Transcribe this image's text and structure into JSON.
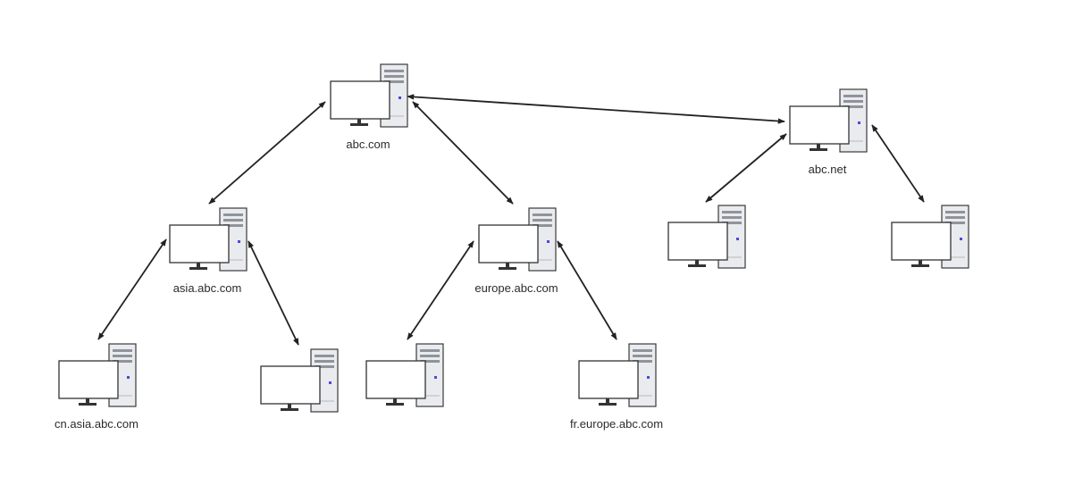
{
  "diagram": {
    "nodes": [
      {
        "id": "abc_com",
        "label": "abc.com"
      },
      {
        "id": "abc_net",
        "label": "abc.net"
      },
      {
        "id": "asia",
        "label": "asia.abc.com"
      },
      {
        "id": "europe",
        "label": "europe.abc.com"
      },
      {
        "id": "net_child_1",
        "label": ""
      },
      {
        "id": "net_child_2",
        "label": ""
      },
      {
        "id": "cn_asia",
        "label": "cn.asia.abc.com"
      },
      {
        "id": "asia_child_2",
        "label": ""
      },
      {
        "id": "europe_child_1",
        "label": ""
      },
      {
        "id": "fr_europe",
        "label": "fr.europe.abc.com"
      }
    ],
    "edges": [
      {
        "from": "abc_com",
        "to": "abc_net",
        "bidirectional": true
      },
      {
        "from": "abc_com",
        "to": "asia",
        "bidirectional": true
      },
      {
        "from": "abc_com",
        "to": "europe",
        "bidirectional": true
      },
      {
        "from": "abc_net",
        "to": "net_child_1",
        "bidirectional": true
      },
      {
        "from": "abc_net",
        "to": "net_child_2",
        "bidirectional": true
      },
      {
        "from": "asia",
        "to": "cn_asia",
        "bidirectional": true
      },
      {
        "from": "asia",
        "to": "asia_child_2",
        "bidirectional": true
      },
      {
        "from": "europe",
        "to": "europe_child_1",
        "bidirectional": true
      },
      {
        "from": "europe",
        "to": "fr_europe",
        "bidirectional": true
      }
    ]
  }
}
